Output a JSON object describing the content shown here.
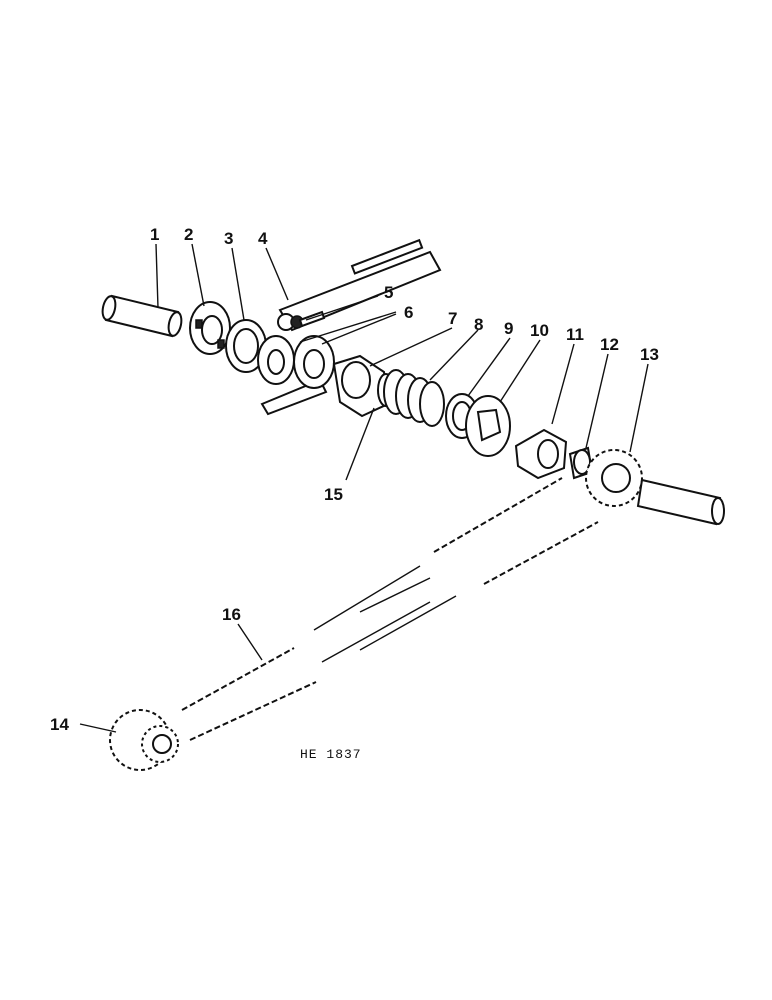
{
  "diagram": {
    "callouts": [
      "1",
      "2",
      "3",
      "4",
      "5",
      "6",
      "7",
      "8",
      "9",
      "10",
      "11",
      "12",
      "13",
      "14",
      "15",
      "16"
    ],
    "figure_code": "HE 1837",
    "parts": [
      "shaft-left",
      "collar",
      "washer",
      "slotted-arm",
      "pin",
      "cam-plates",
      "spring-housing",
      "spring",
      "washer-ring",
      "clutch-plate",
      "hub",
      "bushing",
      "sprocket-right",
      "sprocket-left",
      "housing-lip",
      "roller-chain"
    ]
  }
}
